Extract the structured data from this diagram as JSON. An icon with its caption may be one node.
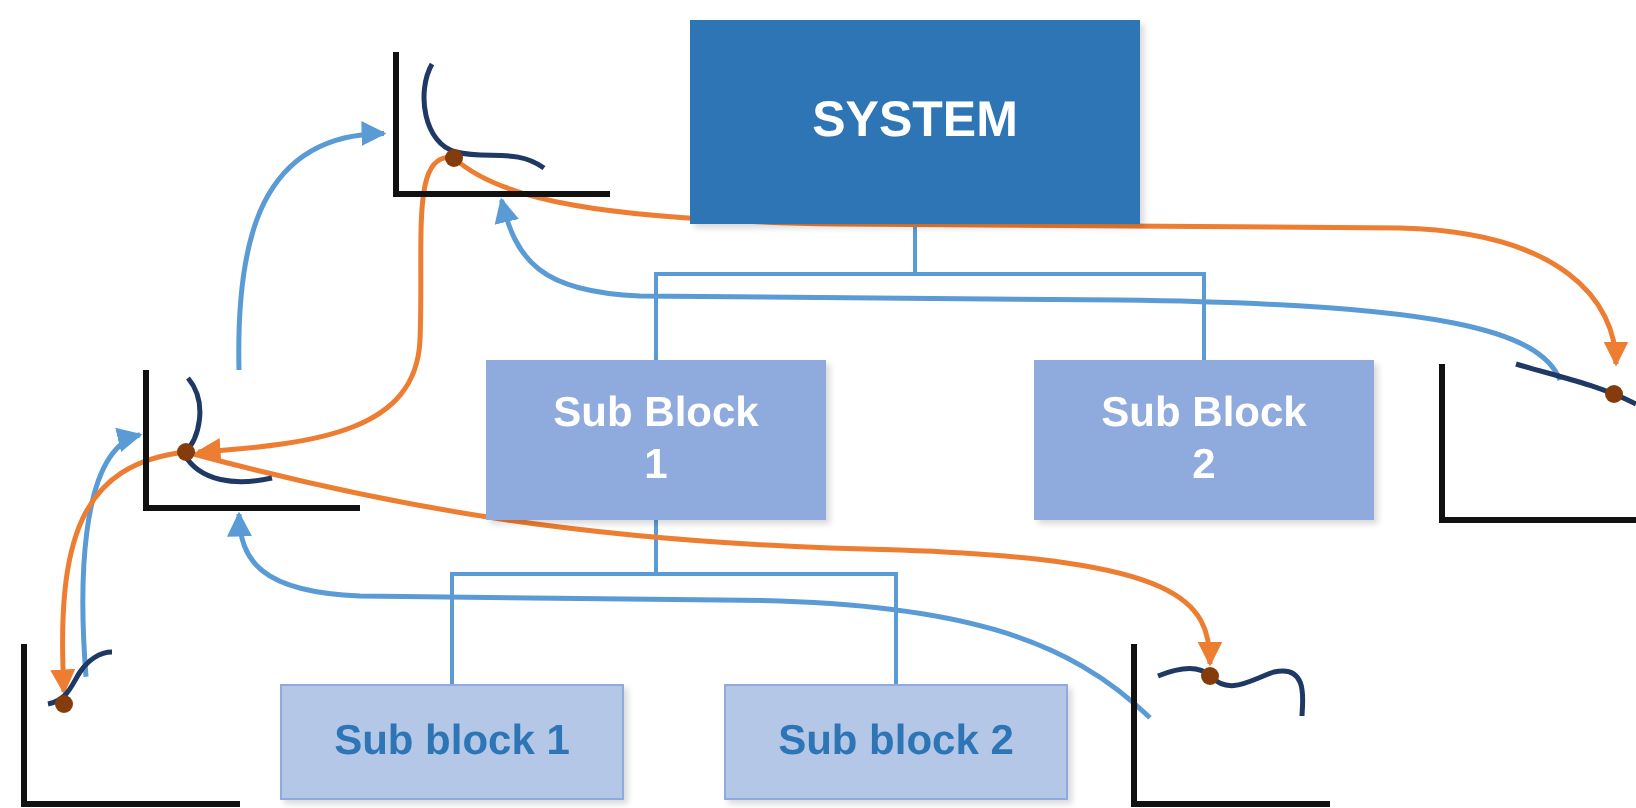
{
  "diagram": {
    "nodes": [
      {
        "text": [
          "SYSTEM"
        ]
      },
      {
        "text": [],
        "shape": "picture"
      },
      {
        "text": [],
        "shape": "picture"
      },
      {
        "text": [
          "Sub Block 1"
        ]
      },
      {
        "text": [
          "Sub Block 2"
        ]
      },
      {
        "text": [],
        "shape": "picture"
      },
      {
        "text": [],
        "shape": "picture"
      },
      {
        "text": [
          "Sub block 1"
        ]
      },
      {
        "text": [
          "Sub block 2"
        ]
      },
      {
        "text": [],
        "shape": "picture"
      }
    ],
    "edges": [
      {
        "from": 0,
        "to": 3,
        "arrow": "none"
      },
      {
        "from": 0,
        "to": 4,
        "arrow": "none"
      },
      {
        "from": 3,
        "to": 7,
        "arrow": "none"
      },
      {
        "from": 3,
        "to": 8,
        "arrow": "none"
      },
      {
        "from": 2,
        "to": 1,
        "arrow": "to"
      },
      {
        "from": 5,
        "to": 1,
        "arrow": "to"
      },
      {
        "from": 9,
        "to": 2,
        "arrow": "to"
      },
      {
        "from": 6,
        "to": 2,
        "arrow": "to"
      },
      {
        "from": 1,
        "to": 5,
        "arrow": "to",
        "color": "#ed7d31"
      },
      {
        "from": 1,
        "to": 2,
        "arrow": "to",
        "color": "#ed7d31"
      },
      {
        "from": 2,
        "to": 6,
        "arrow": "to",
        "color": "#ed7d31"
      },
      {
        "from": 2,
        "to": 9,
        "arrow": "to",
        "color": "#ed7d31"
      }
    ]
  }
}
